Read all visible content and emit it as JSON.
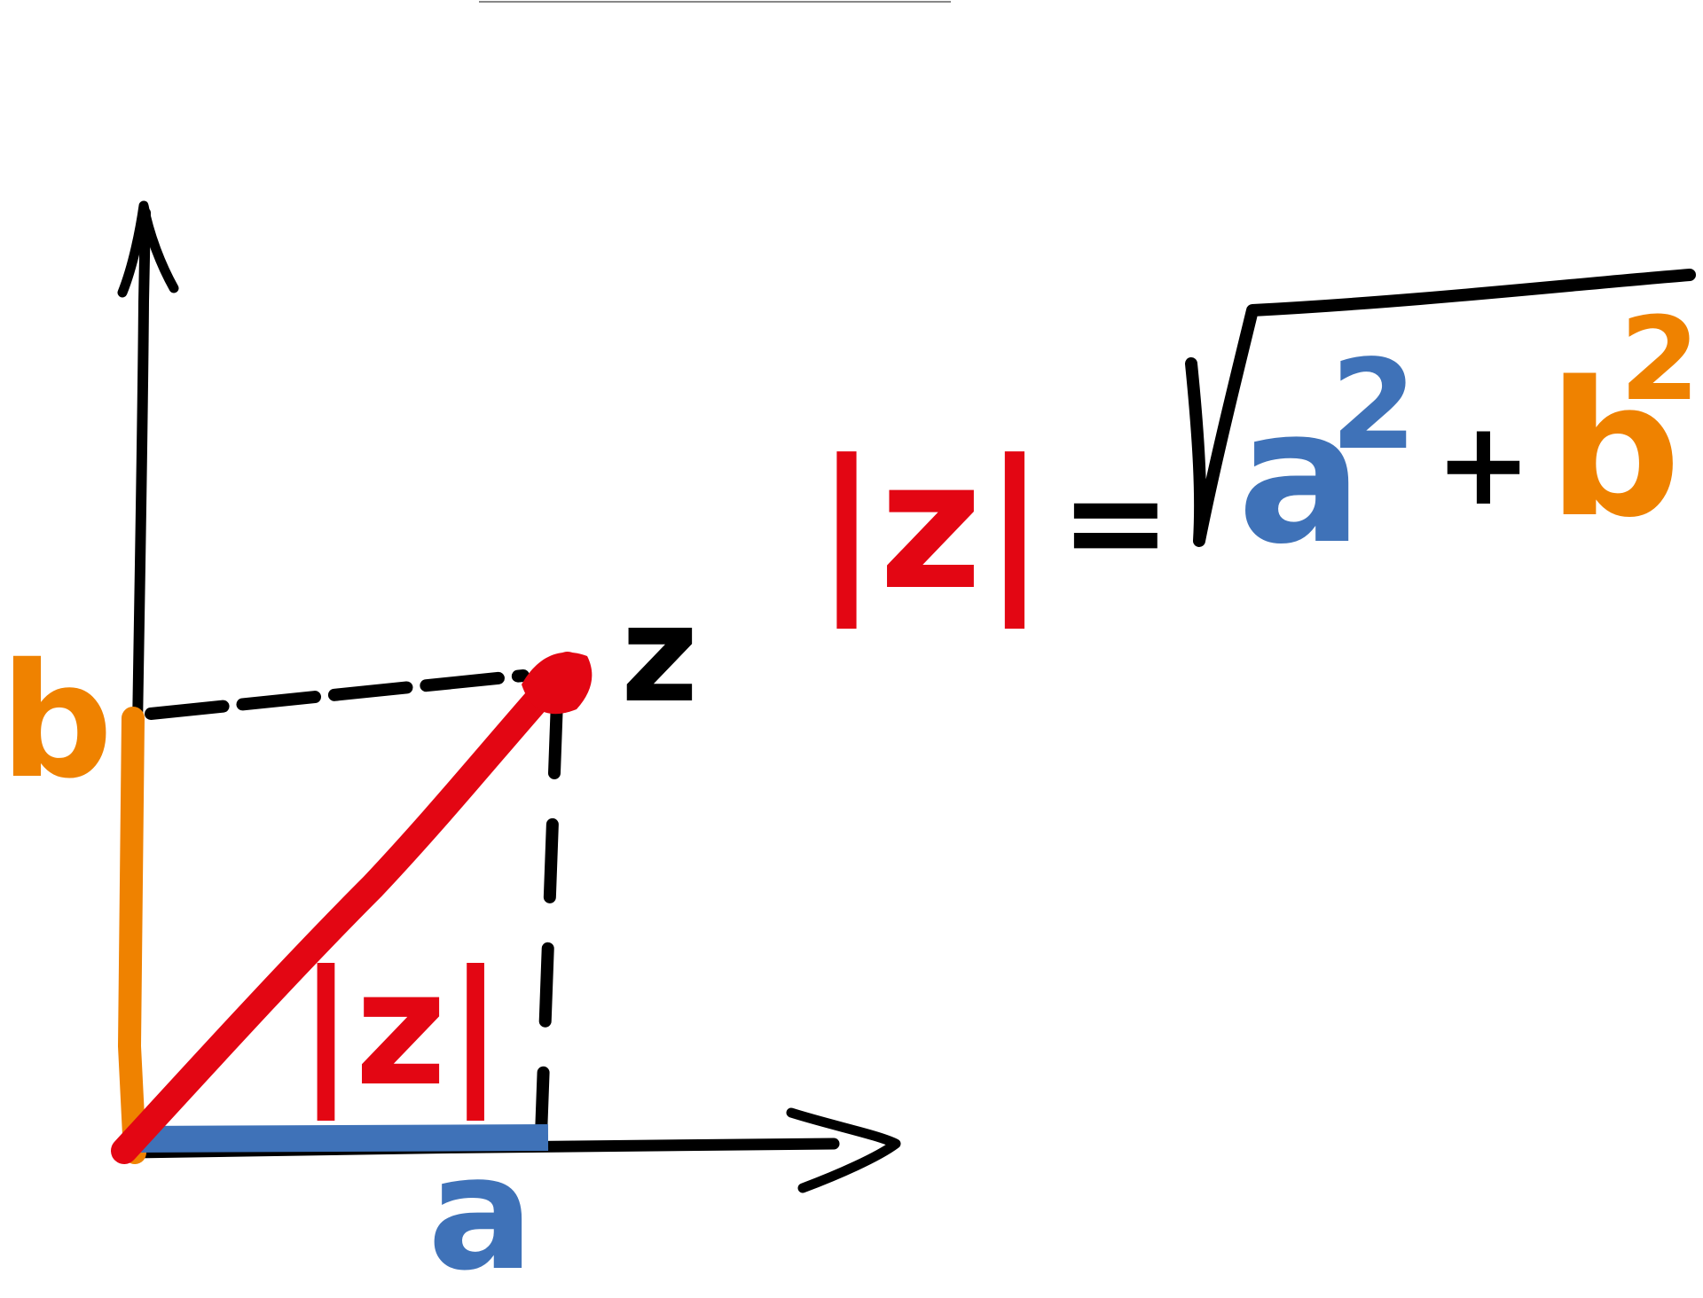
{
  "labels": {
    "a": "a",
    "b": "b",
    "z": "z",
    "modulus": "|z|"
  },
  "formula": {
    "lhs": "|z|",
    "equals": "=",
    "a": "a",
    "b": "b",
    "power": "2",
    "plus": "+"
  },
  "colors": {
    "axis": "#000000",
    "a": "#3f72b8",
    "b": "#ef8200",
    "modulus": "#e30613"
  }
}
